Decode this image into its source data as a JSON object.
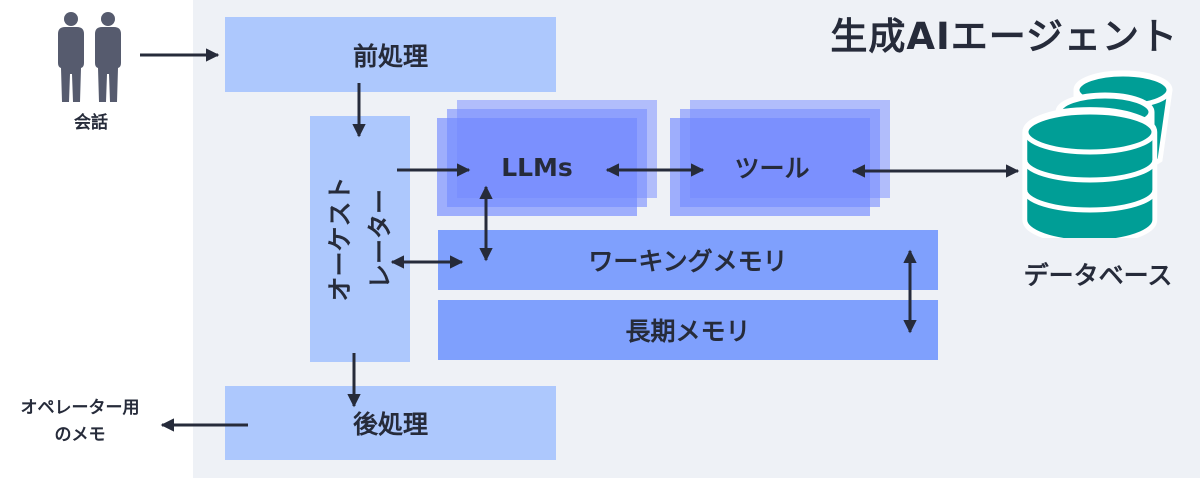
{
  "title": "生成AIエージェント",
  "actors": {
    "icon": "people-icon",
    "label": "会話"
  },
  "boxes": {
    "preprocess": "前処理",
    "orchestrator": {
      "line1": "オーケスト",
      "line2": "レーター"
    },
    "llms": "LLMs",
    "tools": "ツール",
    "working_memory": "ワーキングメモリ",
    "long_term_memory": "長期メモリ",
    "postprocess": "後処理"
  },
  "database": {
    "icon": "database-icon",
    "label": "データベース"
  },
  "operator_memo": {
    "line1": "オペレーター用",
    "line2": "のメモ"
  },
  "colors": {
    "panel": "#eef1f6",
    "light_box": "#adc8fd",
    "memory_box": "#7fa0fd",
    "stack_box": "#7890ff",
    "database": "#009e96",
    "text": "#262b3a",
    "people": "#565b6e"
  }
}
